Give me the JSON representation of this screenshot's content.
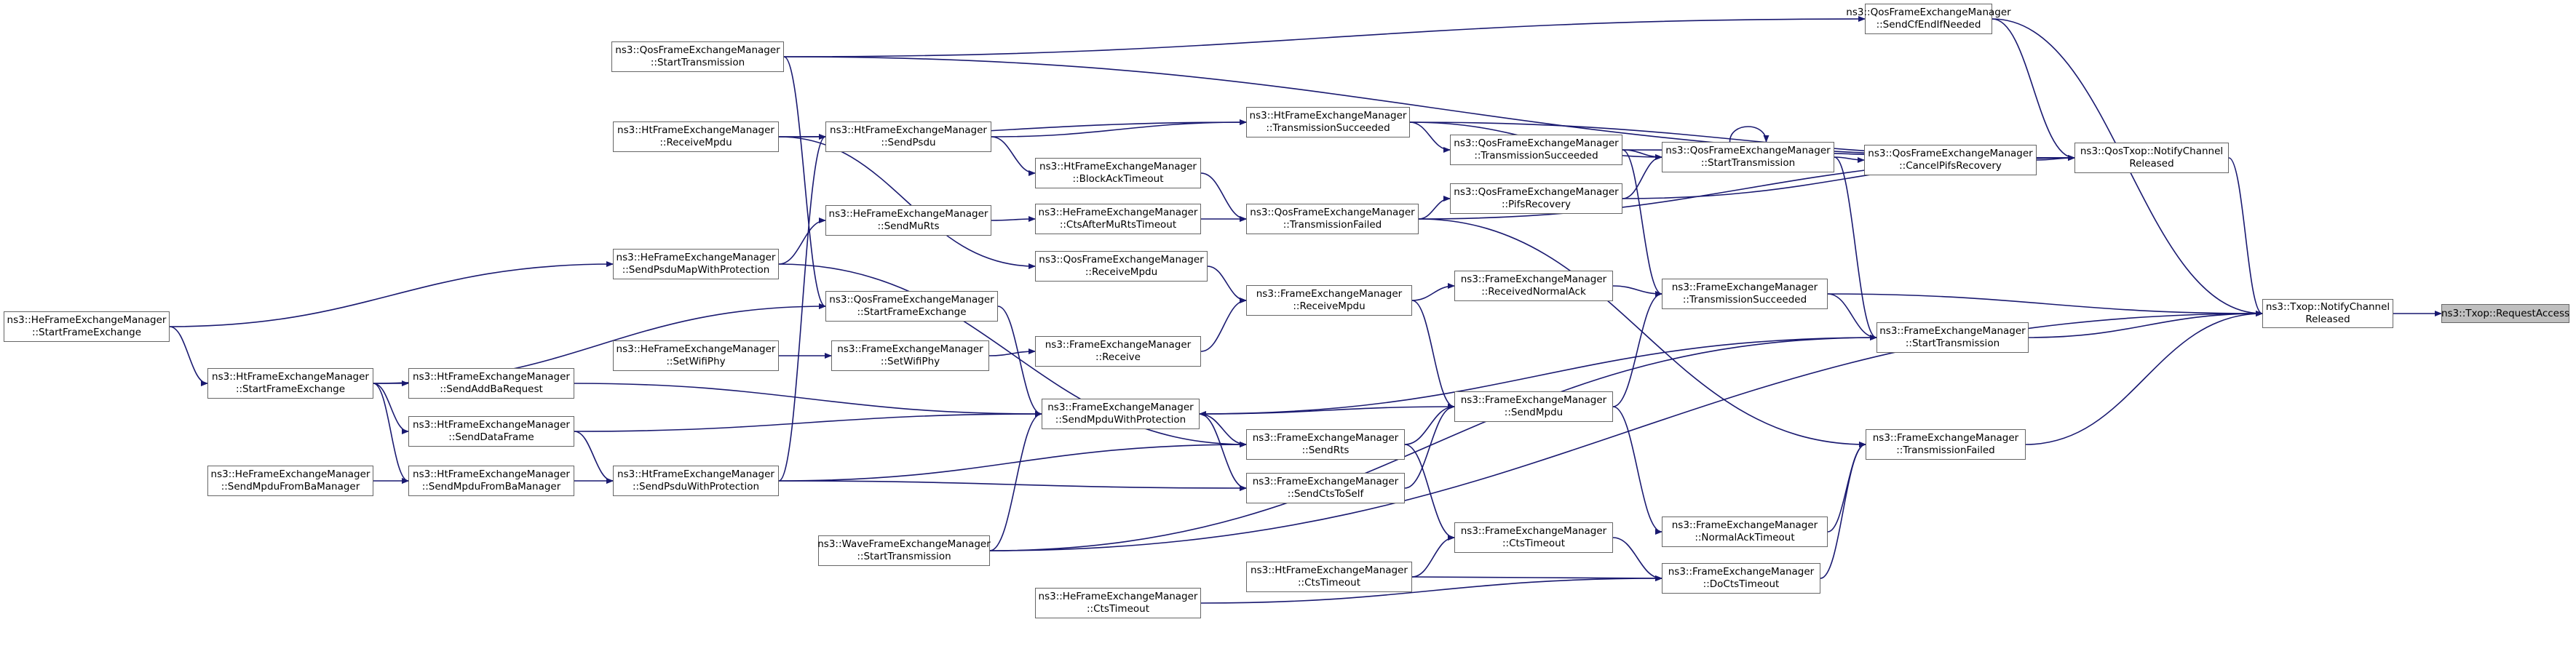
{
  "diagram": {
    "colors": {
      "edge": "#191970",
      "node_border": "#666666",
      "node_fill": "#ffffff",
      "focus_fill": "#bfbfbf"
    },
    "nodes": [
      {
        "id": "txop-requestaccess",
        "lines": [
          "ns3::Txop::RequestAccess"
        ],
        "focus": true
      },
      {
        "id": "txop-notifychannelreleased",
        "lines": [
          "ns3::Txop::NotifyChannel",
          "Released"
        ]
      },
      {
        "id": "qostxop-notifychannelreleased",
        "lines": [
          "ns3::QosTxop::NotifyChannel",
          "Released"
        ]
      },
      {
        "id": "qos-sendcfendifneeded",
        "lines": [
          "ns3::QosFrameExchangeManager",
          "::SendCfEndIfNeeded"
        ]
      },
      {
        "id": "qos-starttransmission-left",
        "lines": [
          "ns3::QosFrameExchangeManager",
          "::StartTransmission"
        ]
      },
      {
        "id": "ht-transmissionsucceeded",
        "lines": [
          "ns3::HtFrameExchangeManager",
          "::TransmissionSucceeded"
        ]
      },
      {
        "id": "ht-receivempdu",
        "lines": [
          "ns3::HtFrameExchangeManager",
          "::ReceiveMpdu"
        ]
      },
      {
        "id": "ht-sendpsdu",
        "lines": [
          "ns3::HtFrameExchangeManager",
          "::SendPsdu"
        ]
      },
      {
        "id": "qos-transmissionsucceeded",
        "lines": [
          "ns3::QosFrameExchangeManager",
          "::TransmissionSucceeded"
        ]
      },
      {
        "id": "qos-starttransmission-mid",
        "lines": [
          "ns3::QosFrameExchangeManager",
          "::StartTransmission"
        ]
      },
      {
        "id": "qos-cancelpifsrecovery",
        "lines": [
          "ns3::QosFrameExchangeManager",
          "::CancelPifsRecovery"
        ]
      },
      {
        "id": "ht-blockacktimeout",
        "lines": [
          "ns3::HtFrameExchangeManager",
          "::BlockAckTimeout"
        ]
      },
      {
        "id": "qos-pifsrecovery",
        "lines": [
          "ns3::QosFrameExchangeManager",
          "::PifsRecovery"
        ]
      },
      {
        "id": "he-sendmurts",
        "lines": [
          "ns3::HeFrameExchangeManager",
          "::SendMuRts"
        ]
      },
      {
        "id": "he-ctsaftermurtstimeout",
        "lines": [
          "ns3::HeFrameExchangeManager",
          "::CtsAfterMuRtsTimeout"
        ]
      },
      {
        "id": "qos-transmissionfailed",
        "lines": [
          "ns3::QosFrameExchangeManager",
          "::TransmissionFailed"
        ]
      },
      {
        "id": "qos-receivempdu",
        "lines": [
          "ns3::QosFrameExchangeManager",
          "::ReceiveMpdu"
        ]
      },
      {
        "id": "he-sendpsdumapwithprotection",
        "lines": [
          "ns3::HeFrameExchangeManager",
          "::SendPsduMapWithProtection"
        ]
      },
      {
        "id": "fem-receivempdu",
        "lines": [
          "ns3::FrameExchangeManager",
          "::ReceiveMpdu"
        ]
      },
      {
        "id": "fem-receivednormalack",
        "lines": [
          "ns3::FrameExchangeManager",
          "::ReceivedNormalAck"
        ]
      },
      {
        "id": "fem-transmissionsucceeded",
        "lines": [
          "ns3::FrameExchangeManager",
          "::TransmissionSucceeded"
        ]
      },
      {
        "id": "he-startframeexchange",
        "lines": [
          "ns3::HeFrameExchangeManager",
          "::StartFrameExchange"
        ]
      },
      {
        "id": "qos-startframeexchange",
        "lines": [
          "ns3::QosFrameExchangeManager",
          "::StartFrameExchange"
        ]
      },
      {
        "id": "fem-starttransmission",
        "lines": [
          "ns3::FrameExchangeManager",
          "::StartTransmission"
        ]
      },
      {
        "id": "fem-receive",
        "lines": [
          "ns3::FrameExchangeManager",
          "::Receive"
        ]
      },
      {
        "id": "he-setwifiphy",
        "lines": [
          "ns3::HeFrameExchangeManager",
          "::SetWifiPhy"
        ]
      },
      {
        "id": "fem-setwifiphy",
        "lines": [
          "ns3::FrameExchangeManager",
          "::SetWifiPhy"
        ]
      },
      {
        "id": "ht-startframeexchange",
        "lines": [
          "ns3::HtFrameExchangeManager",
          "::StartFrameExchange"
        ]
      },
      {
        "id": "ht-sendaddbarequest",
        "lines": [
          "ns3::HtFrameExchangeManager",
          "::SendAddBaRequest"
        ]
      },
      {
        "id": "fem-sendmpduwithprotection",
        "lines": [
          "ns3::FrameExchangeManager",
          "::SendMpduWithProtection"
        ]
      },
      {
        "id": "fem-sendmpdu",
        "lines": [
          "ns3::FrameExchangeManager",
          "::SendMpdu"
        ]
      },
      {
        "id": "ht-senddataframe",
        "lines": [
          "ns3::HtFrameExchangeManager",
          "::SendDataFrame"
        ]
      },
      {
        "id": "fem-sendrts",
        "lines": [
          "ns3::FrameExchangeManager",
          "::SendRts"
        ]
      },
      {
        "id": "fem-transmissionfailed",
        "lines": [
          "ns3::FrameExchangeManager",
          "::TransmissionFailed"
        ]
      },
      {
        "id": "he-sendmpdufrombamanager",
        "lines": [
          "ns3::HeFrameExchangeManager",
          "::SendMpduFromBaManager"
        ]
      },
      {
        "id": "ht-sendmpdufrombamanager",
        "lines": [
          "ns3::HtFrameExchangeManager",
          "::SendMpduFromBaManager"
        ]
      },
      {
        "id": "ht-sendpsduwithprotection",
        "lines": [
          "ns3::HtFrameExchangeManager",
          "::SendPsduWithProtection"
        ]
      },
      {
        "id": "fem-sendctstoself",
        "lines": [
          "ns3::FrameExchangeManager",
          "::SendCtsToSelf"
        ]
      },
      {
        "id": "fem-normalacktimeout",
        "lines": [
          "ns3::FrameExchangeManager",
          "::NormalAckTimeout"
        ]
      },
      {
        "id": "wave-starttransmission",
        "lines": [
          "ns3::WaveFrameExchangeManager",
          "::StartTransmission"
        ]
      },
      {
        "id": "fem-ctstimeout",
        "lines": [
          "ns3::FrameExchangeManager",
          "::CtsTimeout"
        ]
      },
      {
        "id": "ht-ctstimeout",
        "lines": [
          "ns3::HtFrameExchangeManager",
          "::CtsTimeout"
        ]
      },
      {
        "id": "fem-doctstimeout",
        "lines": [
          "ns3::FrameExchangeManager",
          "::DoCtsTimeout"
        ]
      },
      {
        "id": "he-ctstimeout",
        "lines": [
          "ns3::HeFrameExchangeManager",
          "::CtsTimeout"
        ]
      }
    ],
    "edges": [
      [
        "txop-notifychannelreleased",
        "txop-requestaccess"
      ],
      [
        "qostxop-notifychannelreleased",
        "txop-notifychannelreleased"
      ],
      [
        "qos-sendcfendifneeded",
        "txop-notifychannelreleased"
      ],
      [
        "fem-transmissionsucceeded",
        "txop-notifychannelreleased"
      ],
      [
        "fem-starttransmission",
        "txop-notifychannelreleased"
      ],
      [
        "fem-transmissionfailed",
        "txop-notifychannelreleased"
      ],
      [
        "wave-starttransmission",
        "txop-notifychannelreleased"
      ],
      [
        "qos-sendcfendifneeded",
        "qostxop-notifychannelreleased"
      ],
      [
        "qos-starttransmission-left",
        "qostxop-notifychannelreleased"
      ],
      [
        "ht-transmissionsucceeded",
        "qostxop-notifychannelreleased"
      ],
      [
        "qos-transmissionsucceeded",
        "qostxop-notifychannelreleased"
      ],
      [
        "qos-cancelpifsrecovery",
        "qostxop-notifychannelreleased"
      ],
      [
        "qos-pifsrecovery",
        "qostxop-notifychannelreleased"
      ],
      [
        "qos-transmissionfailed",
        "qostxop-notifychannelreleased"
      ],
      [
        "qos-starttransmission-left",
        "qos-sendcfendifneeded"
      ],
      [
        "qos-starttransmission-mid",
        "qos-cancelpifsrecovery"
      ],
      [
        "qos-starttransmission-mid",
        "qos-starttransmission-mid"
      ],
      [
        "qos-transmissionsucceeded",
        "qos-starttransmission-mid"
      ],
      [
        "ht-transmissionsucceeded",
        "qos-starttransmission-mid"
      ],
      [
        "qos-pifsrecovery",
        "qos-starttransmission-mid"
      ],
      [
        "qos-starttransmission-left",
        "qos-startframeexchange"
      ],
      [
        "ht-sendpsdu",
        "ht-transmissionsucceeded"
      ],
      [
        "ht-receivempdu",
        "ht-transmissionsucceeded"
      ],
      [
        "ht-transmissionsucceeded",
        "qos-transmissionsucceeded"
      ],
      [
        "ht-receivempdu",
        "ht-sendpsdu"
      ],
      [
        "ht-receivempdu",
        "qos-receivempdu"
      ],
      [
        "ht-sendpsdu",
        "ht-blockacktimeout"
      ],
      [
        "ht-blockacktimeout",
        "qos-transmissionfailed"
      ],
      [
        "he-ctsaftermurtstimeout",
        "qos-transmissionfailed"
      ],
      [
        "qos-transmissionfailed",
        "qos-pifsrecovery"
      ],
      [
        "he-sendmurts",
        "he-ctsaftermurtstimeout"
      ],
      [
        "he-sendpsdumapwithprotection",
        "he-sendmurts"
      ],
      [
        "he-startframeexchange",
        "he-sendpsdumapwithprotection"
      ],
      [
        "he-sendpsdumapwithprotection",
        "fem-sendrts"
      ],
      [
        "he-startframeexchange",
        "ht-startframeexchange"
      ],
      [
        "qos-receivempdu",
        "fem-receivempdu"
      ],
      [
        "fem-receive",
        "fem-receivempdu"
      ],
      [
        "fem-receivempdu",
        "fem-receivednormalack"
      ],
      [
        "fem-receivednormalack",
        "fem-transmissionsucceeded"
      ],
      [
        "fem-receivempdu",
        "fem-sendmpdu"
      ],
      [
        "fem-sendmpdu",
        "fem-transmissionsucceeded"
      ],
      [
        "qos-transmissionsucceeded",
        "fem-transmissionsucceeded"
      ],
      [
        "fem-transmissionsucceeded",
        "fem-starttransmission"
      ],
      [
        "qos-starttransmission-mid",
        "fem-starttransmission"
      ],
      [
        "fem-starttransmission",
        "fem-sendmpduwithprotection"
      ],
      [
        "wave-starttransmission",
        "fem-starttransmission"
      ],
      [
        "he-setwifiphy",
        "fem-setwifiphy"
      ],
      [
        "fem-setwifiphy",
        "fem-receive"
      ],
      [
        "ht-startframeexchange",
        "qos-startframeexchange"
      ],
      [
        "qos-startframeexchange",
        "fem-sendmpduwithprotection"
      ],
      [
        "ht-startframeexchange",
        "ht-sendaddbarequest"
      ],
      [
        "ht-startframeexchange",
        "ht-senddataframe"
      ],
      [
        "ht-sendaddbarequest",
        "fem-sendmpduwithprotection"
      ],
      [
        "ht-senddataframe",
        "fem-sendmpduwithprotection"
      ],
      [
        "ht-senddataframe",
        "ht-sendpsduwithprotection"
      ],
      [
        "ht-sendmpdufrombamanager",
        "ht-sendpsduwithprotection"
      ],
      [
        "he-sendmpdufrombamanager",
        "ht-sendmpdufrombamanager"
      ],
      [
        "ht-startframeexchange",
        "ht-sendmpdufrombamanager"
      ],
      [
        "ht-sendpsduwithprotection",
        "ht-sendpsdu"
      ],
      [
        "ht-sendpsduwithprotection",
        "fem-sendrts"
      ],
      [
        "ht-sendpsduwithprotection",
        "fem-sendctstoself"
      ],
      [
        "fem-sendmpduwithprotection",
        "fem-sendrts"
      ],
      [
        "fem-sendmpduwithprotection",
        "fem-sendctstoself"
      ],
      [
        "fem-sendmpdu",
        "fem-sendmpduwithprotection"
      ],
      [
        "fem-sendrts",
        "fem-sendmpdu"
      ],
      [
        "fem-sendctstoself",
        "fem-sendmpdu"
      ],
      [
        "fem-sendrts",
        "fem-ctstimeout"
      ],
      [
        "fem-sendmpdu",
        "fem-normalacktimeout"
      ],
      [
        "fem-normalacktimeout",
        "fem-transmissionfailed"
      ],
      [
        "fem-doctstimeout",
        "fem-transmissionfailed"
      ],
      [
        "qos-transmissionfailed",
        "fem-transmissionfailed"
      ],
      [
        "fem-ctstimeout",
        "fem-doctstimeout"
      ],
      [
        "ht-ctstimeout",
        "fem-doctstimeout"
      ],
      [
        "he-ctstimeout",
        "fem-doctstimeout"
      ],
      [
        "ht-ctstimeout",
        "fem-ctstimeout"
      ],
      [
        "wave-starttransmission",
        "fem-sendmpduwithprotection"
      ]
    ]
  }
}
